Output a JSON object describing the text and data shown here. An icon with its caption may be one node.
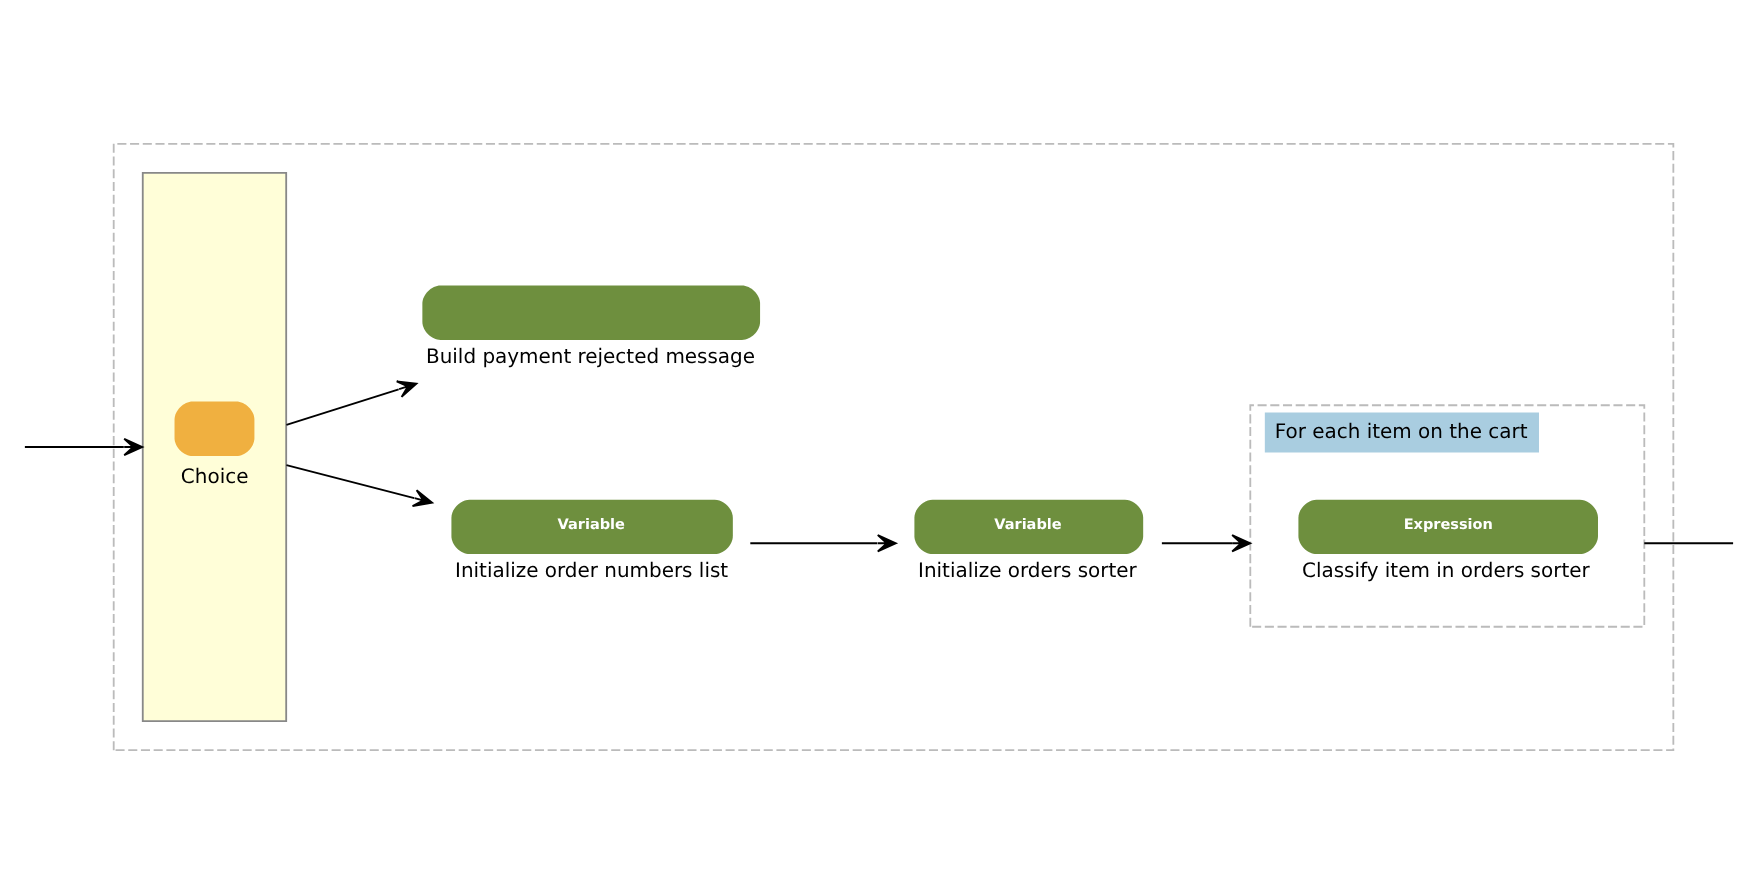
{
  "diagram": {
    "nodes": [
      {
        "text": [],
        "shape": "box"
      },
      {
        "text": [
          "Choice"
        ],
        "in": 0
      },
      {
        "text": [
          "Variable",
          "Initialize order numbers list"
        ],
        "in": 0
      },
      {
        "text": [
          "Variable",
          "Initialize orders sorter"
        ],
        "in": 0
      },
      {
        "text": [
          "For each item on the cart"
        ],
        "in": 0
      },
      {
        "text": [
          "Expression",
          "Classify item in orders sorter"
        ],
        "in": 4
      },
      {
        "text": [
          "Build payment rejected message"
        ],
        "in": 0
      }
    ],
    "edges": [
      {
        "from": null,
        "to": 1,
        "arrow": "to"
      },
      {
        "from": 1,
        "to": 2,
        "arrow": "to"
      },
      {
        "from": 2,
        "to": 3,
        "arrow": "to"
      },
      {
        "from": 3,
        "to": 4,
        "arrow": "to"
      },
      {
        "from": 1,
        "to": 6,
        "arrow": "to"
      },
      {
        "from": 4,
        "to": null,
        "arrow": "none"
      }
    ]
  }
}
